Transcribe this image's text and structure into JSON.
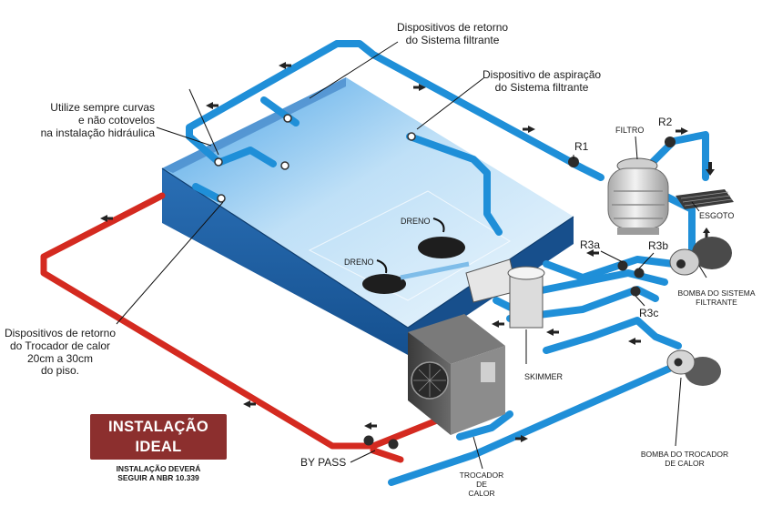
{
  "labels": {
    "retorno_filtrante": [
      "Dispositivos de retorno",
      "do Sistema filtrante"
    ],
    "aspiracao": [
      "Dispositivo de aspiração",
      "do Sistema filtrante"
    ],
    "curvas": [
      "Utilize sempre curvas",
      "e não cotovelos",
      "na instalação hidráulica"
    ],
    "retorno_trocador": [
      "Dispositivos de retorno",
      "do Trocador de calor",
      "20cm a 30cm",
      "do piso."
    ],
    "filtro": "FILTRO",
    "r1": "R1",
    "r2": "R2",
    "esgoto": "ESGOTO",
    "r3a": "R3a",
    "r3b": "R3b",
    "r3c": "R3c",
    "bomba_filtrante": [
      "BOMBA DO SISTEMA",
      "FILTRANTE"
    ],
    "dreno_1": "DRENO",
    "dreno_2": "DRENO",
    "skimmer": "SKIMMER",
    "bomba_trocador": [
      "BOMBA DO TROCADOR",
      "DE CALOR"
    ],
    "trocador": [
      "TROCADOR",
      "DE",
      "CALOR"
    ],
    "bypass": "BY PASS"
  },
  "badge": {
    "line1": "INSTALAÇÃO",
    "line2": "IDEAL",
    "note": [
      "INSTALAÇÃO DEVERÁ",
      "SEGUIR A NBR 10.339"
    ]
  },
  "colors": {
    "pipe_blue": "#1f8fd8",
    "pipe_red": "#d42a20",
    "pool_wall": "#1d5fa5",
    "badge": "#8c2f2e"
  }
}
